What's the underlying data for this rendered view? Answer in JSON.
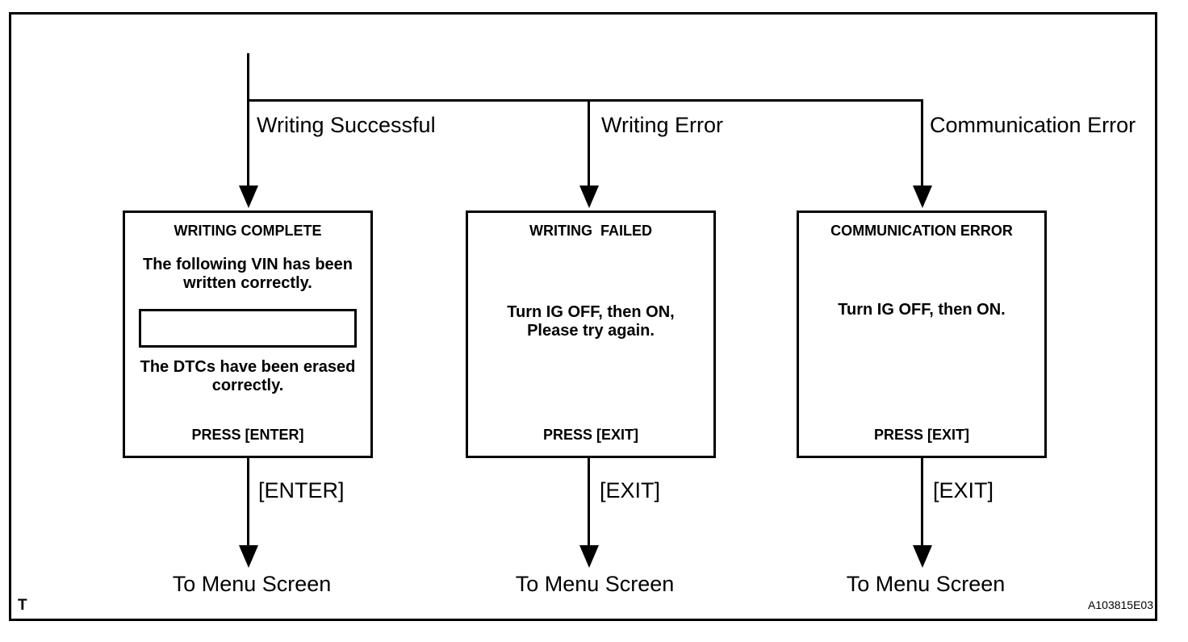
{
  "figure": {
    "branches": [
      {
        "condition": "Writing Successful",
        "key": "[ENTER]",
        "destination": "To Menu Screen",
        "screen": {
          "title": "WRITING COMPLETE",
          "body_top": "The following VIN has been\nwritten correctly.",
          "vin_field_value": "",
          "body_bottom": "The DTCs have been erased\ncorrectly.",
          "press": "PRESS [ENTER]"
        }
      },
      {
        "condition": "Writing Error",
        "key": "[EXIT]",
        "destination": "To Menu Screen",
        "screen": {
          "title": "WRITING  FAILED",
          "body": "Turn IG OFF, then ON,\nPlease try again.",
          "press": "PRESS [EXIT]"
        }
      },
      {
        "condition": "Communication Error",
        "key": "[EXIT]",
        "destination": "To Menu Screen",
        "screen": {
          "title": "COMMUNICATION ERROR",
          "body": "Turn IG OFF, then ON.",
          "press": "PRESS [EXIT]"
        }
      }
    ],
    "footer": {
      "page_marker": "T",
      "figure_id": "A103815E03"
    },
    "colors": {
      "line": "#000000",
      "background": "#ffffff"
    }
  }
}
